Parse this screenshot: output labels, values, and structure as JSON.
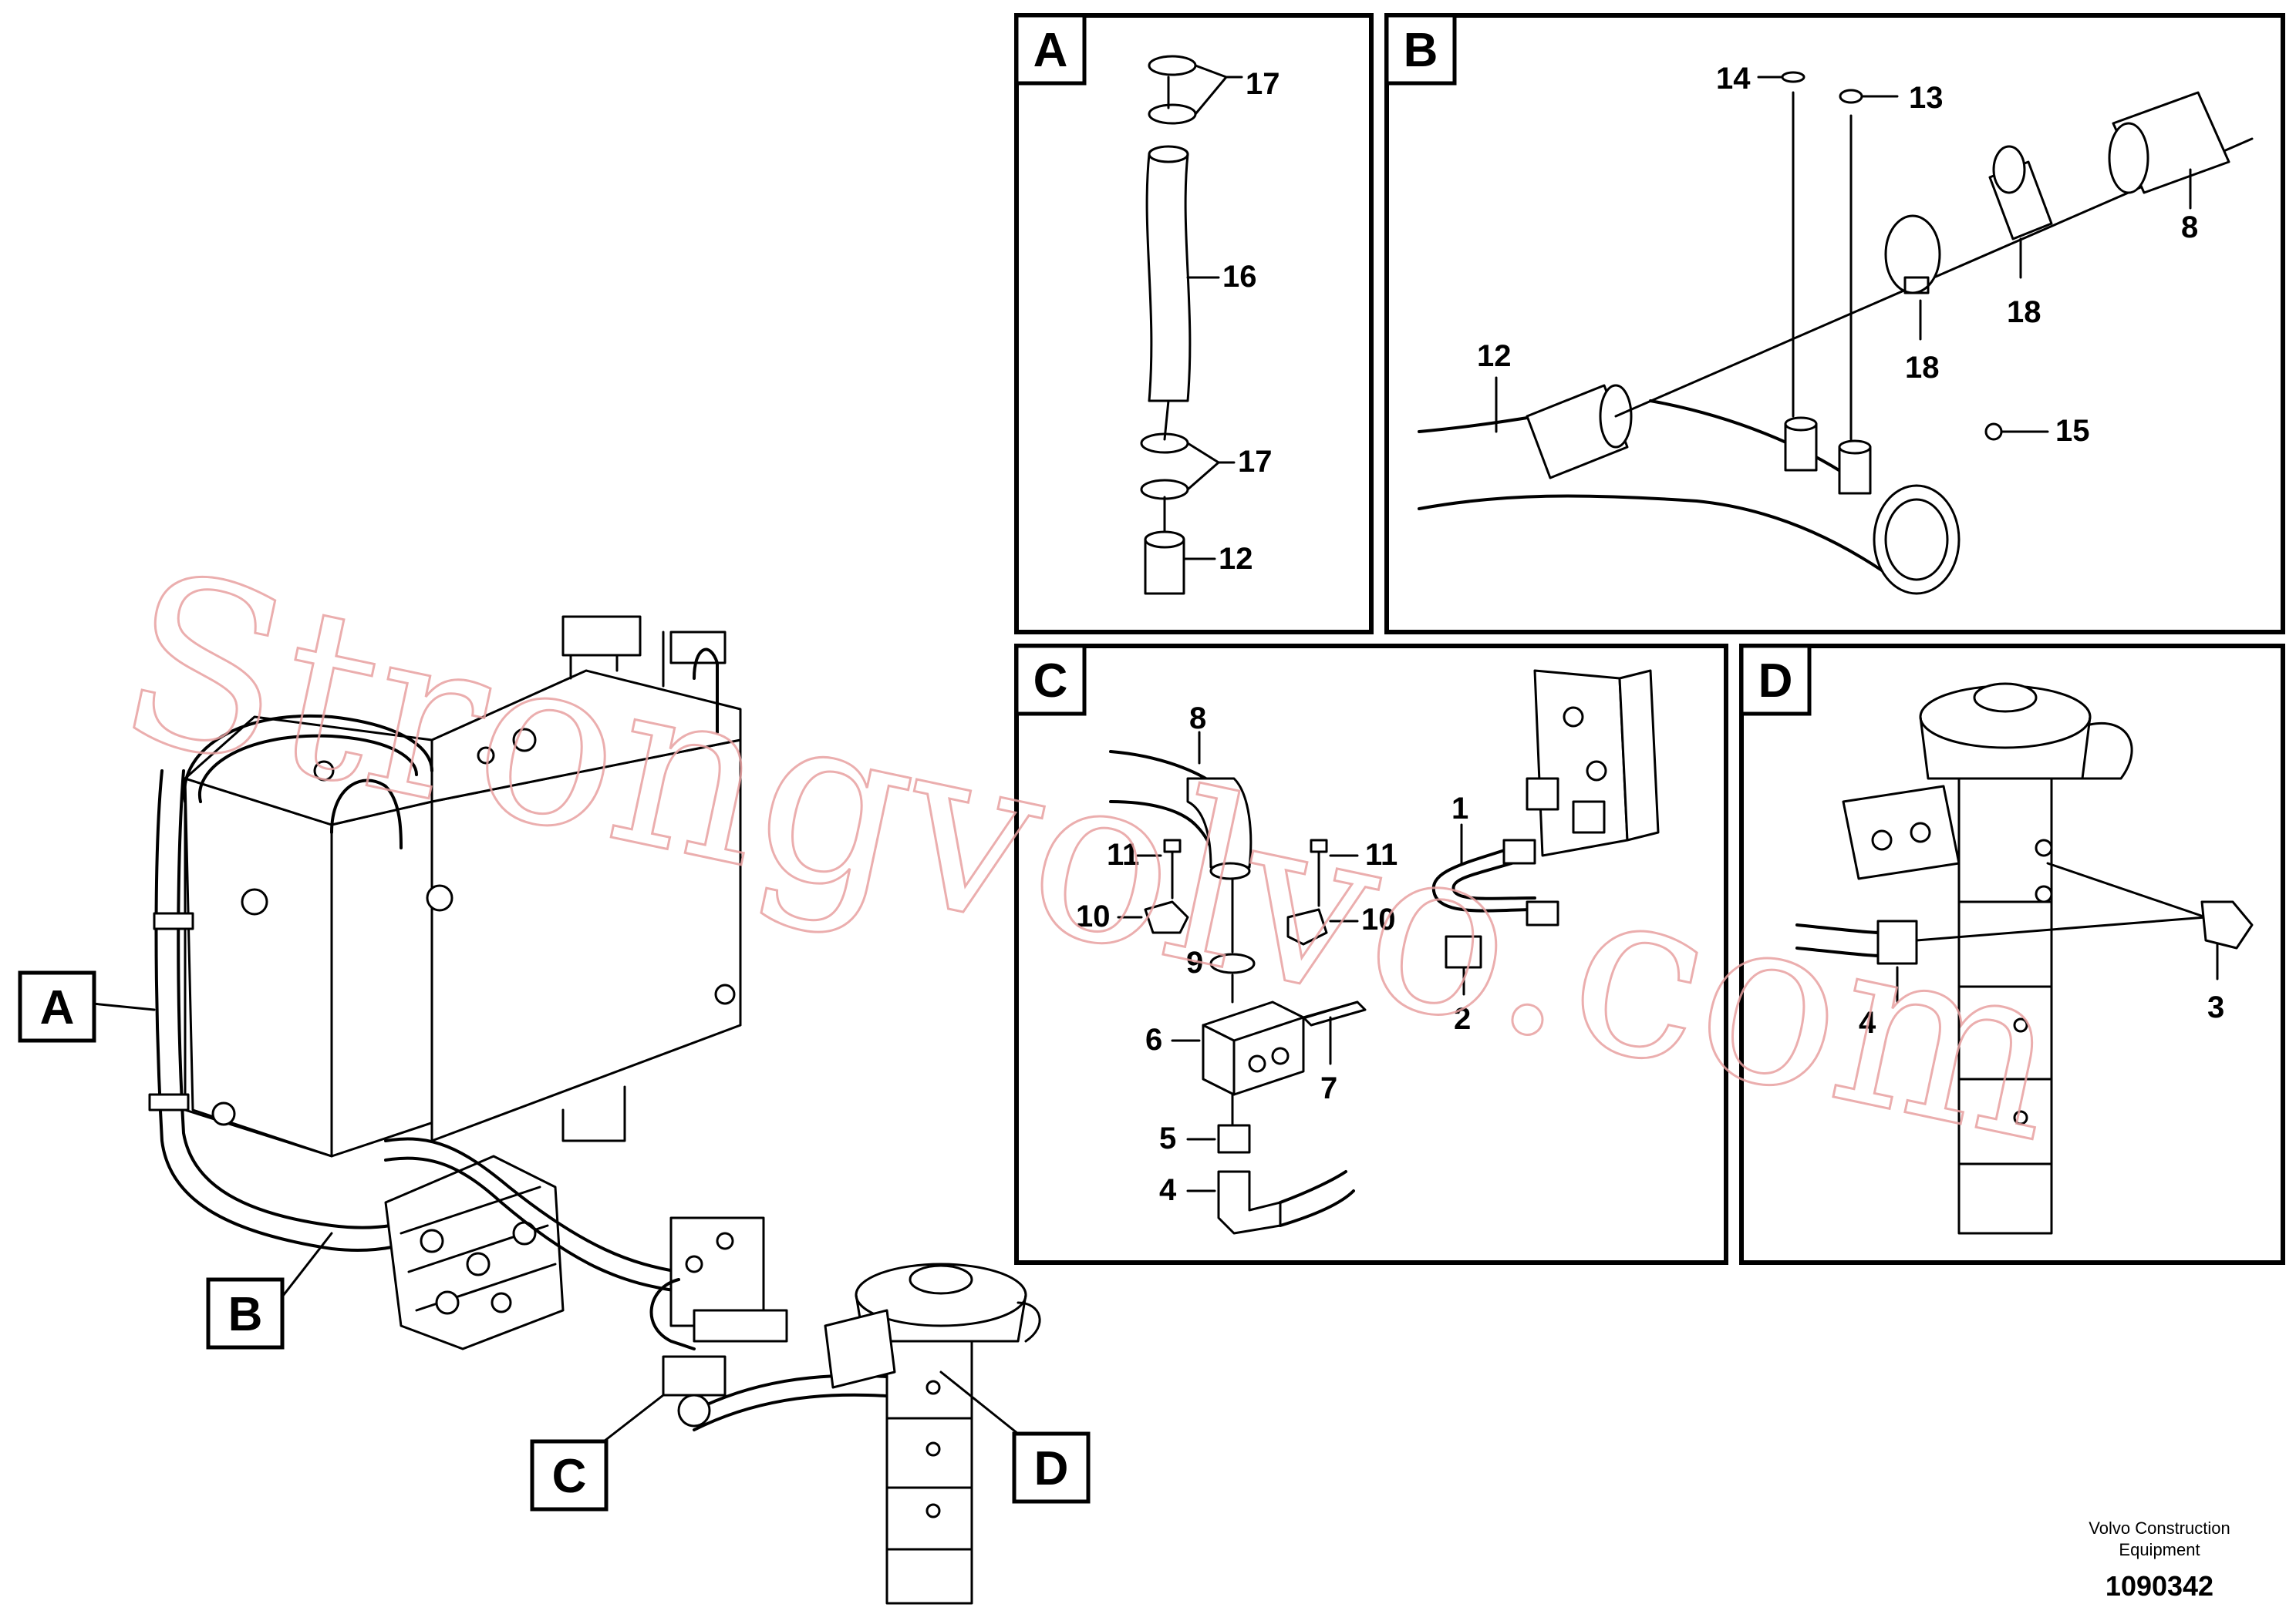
{
  "panels": {
    "A": {
      "label": "A"
    },
    "B": {
      "label": "B"
    },
    "C": {
      "label": "C"
    },
    "D": {
      "label": "D"
    }
  },
  "overview_tags": {
    "A": "A",
    "B": "B",
    "C": "C",
    "D": "D"
  },
  "callouts_A": {
    "c17a": "17",
    "c16": "16",
    "c17b": "17",
    "c12": "12"
  },
  "callouts_B": {
    "c14": "14",
    "c13": "13",
    "c8": "8",
    "c18a": "18",
    "c18b": "18",
    "c12": "12",
    "c15": "15"
  },
  "callouts_C": {
    "c8": "8",
    "c1": "1",
    "c11a": "11",
    "c11b": "11",
    "c10a": "10",
    "c10b": "10",
    "c9": "9",
    "c2": "2",
    "c6": "6",
    "c7": "7",
    "c5": "5",
    "c4": "4"
  },
  "callouts_D": {
    "c4": "4",
    "c3": "3"
  },
  "footer": {
    "company_line1": "Volvo Construction",
    "company_line2": "Equipment",
    "drawing_number": "1090342"
  },
  "watermark": "Strongvolvo.com"
}
